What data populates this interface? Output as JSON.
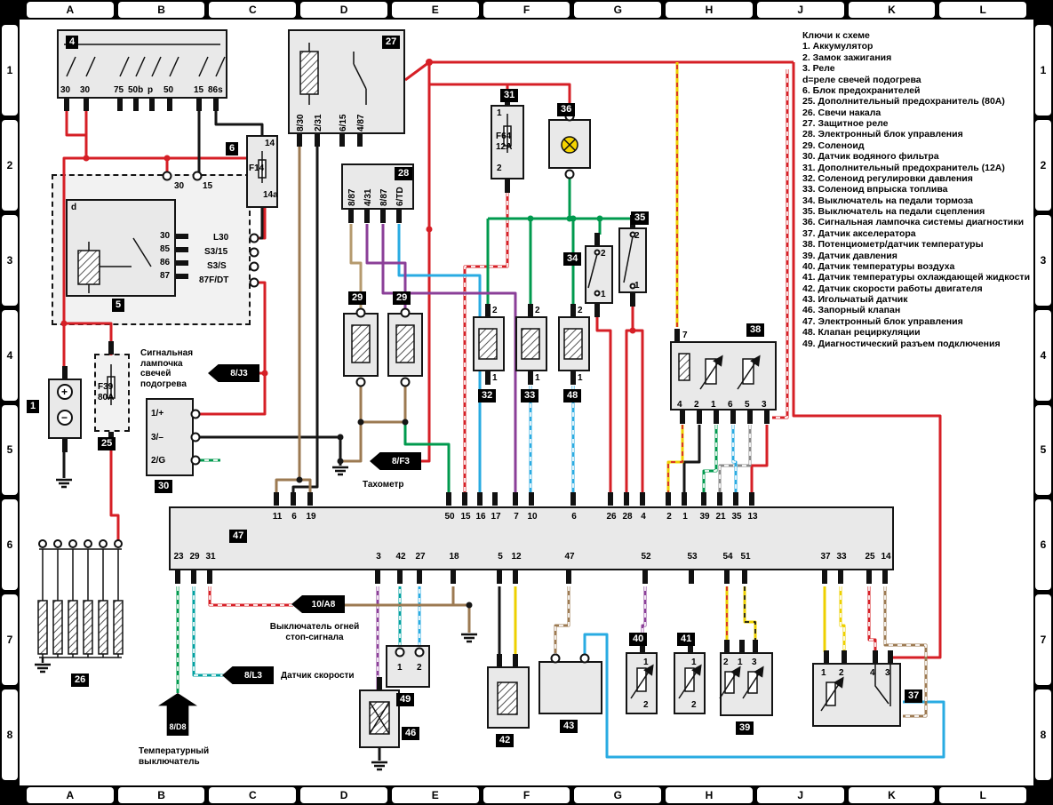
{
  "palette": {
    "wire_red": "#d61f26",
    "wire_green": "#009a4e",
    "wire_cyan": "#29abe2",
    "wire_brown": "#9c7a52",
    "wire_purple": "#8b3f98",
    "wire_yellow": "#eed000",
    "wire_teal": "#00a0a0",
    "box_fill": "#e9e9e9",
    "frame": "#000000",
    "lamp_yellow": "#f5d400"
  },
  "grid": {
    "columns": [
      "A",
      "B",
      "C",
      "D",
      "E",
      "F",
      "G",
      "H",
      "J",
      "K",
      "L"
    ],
    "rows": [
      "1",
      "2",
      "3",
      "4",
      "5",
      "6",
      "7",
      "8"
    ]
  },
  "legend": {
    "title": "Ключи к схеме",
    "items": [
      "1. Аккумулятор",
      "2. Замок зажигания",
      "3. Реле",
      "d=реле свечей подогрева",
      "6. Блок предохранителей",
      "25. Дополнительный предохранитель (80А)",
      "26. Свечи накала",
      "27. Защитное реле",
      "28. Электронный блок управления",
      "29. Соленоид",
      "30. Датчик водяного фильтра",
      "31. Дополнительный предохранитель (12А)",
      "32. Соленоид регулировки давления",
      "33. Соленоид впрыска топлива",
      "34. Выключатель на педали тормоза",
      "35. Выключатель на педали сцепления",
      "36. Сигнальная лампочка системы диагностики",
      "37. Датчик акселератора",
      "38. Потенциометр/датчик температуры",
      "39. Датчик давления",
      "40. Датчик температуры воздуха",
      "41. Датчик температуры охлаждающей жидкости",
      "42. Датчик скорости работы двигателя",
      "43. Игольчатый датчик",
      "46. Запорный клапан",
      "47. Электронный блок управления",
      "48. Клапан рециркуляции",
      "49. Диагностический разъем подключения"
    ]
  },
  "components": {
    "c1": {
      "id": "1",
      "plus": "+",
      "minus": "−"
    },
    "c4": {
      "id": "4",
      "terminals": [
        "30",
        "30",
        "75",
        "50b",
        "p",
        "50",
        "15",
        "86s"
      ]
    },
    "c5": {
      "id": "5",
      "relay": "d",
      "coil_pins": [
        "30",
        "85",
        "86",
        "87"
      ],
      "outputs": [
        "L30",
        "S3/15",
        "S3/S",
        "87F/DT"
      ],
      "feed_top": [
        "30",
        "15"
      ]
    },
    "c6": {
      "id": "6",
      "pin_top": "14",
      "fuse": "F14",
      "pin_bottom": "14a"
    },
    "c25": {
      "id": "25",
      "fuse": "F39",
      "rating": "80A"
    },
    "c26": {
      "id": "26"
    },
    "c27": {
      "id": "27",
      "terminals": [
        "8/30",
        "2/31",
        "6/15",
        "4/87"
      ]
    },
    "c28": {
      "id": "28",
      "terminals": [
        "8/87",
        "4/31",
        "8/87",
        "6/TD"
      ]
    },
    "c29a": {
      "id": "29"
    },
    "c29b": {
      "id": "29"
    },
    "c30": {
      "id": "30",
      "pins": [
        "1/+",
        "3/–",
        "2/G"
      ]
    },
    "c31": {
      "id": "31",
      "pin_top": "1",
      "fuse": "F64",
      "rating": "12A",
      "pin_bottom": "2"
    },
    "c32": {
      "id": "32",
      "pin_top": "2",
      "pin_bottom": "1"
    },
    "c33": {
      "id": "33",
      "pin_top": "2",
      "pin_bottom": "1"
    },
    "c34": {
      "id": "34",
      "pin_top": "2",
      "pin_bottom": "1"
    },
    "c35": {
      "id": "35",
      "pin_top": "2",
      "pin_bottom": "1"
    },
    "c36": {
      "id": "36"
    },
    "c37": {
      "id": "37",
      "pins": [
        "1",
        "2",
        "4",
        "3"
      ]
    },
    "c38": {
      "id": "38",
      "pin_top": "7",
      "pins_bottom": [
        "4",
        "2",
        "1",
        "6",
        "5",
        "3"
      ]
    },
    "c39": {
      "id": "39",
      "pins": [
        "2",
        "1",
        "3"
      ]
    },
    "c40": {
      "id": "40",
      "pin_top": "1",
      "pin_bottom": "2"
    },
    "c41": {
      "id": "41",
      "pin_top": "1",
      "pin_bottom": "2"
    },
    "c42": {
      "id": "42"
    },
    "c43": {
      "id": "43"
    },
    "c46": {
      "id": "46"
    },
    "c48": {
      "id": "48",
      "pin_top": "2",
      "pin_bottom": "1"
    },
    "c49": {
      "id": "49",
      "pins": [
        "1",
        "2"
      ]
    }
  },
  "ecu": {
    "id": "47",
    "pins_top": [
      "11",
      "6",
      "19",
      "50",
      "15",
      "16",
      "17",
      "7",
      "10",
      "6",
      "26",
      "28",
      "4",
      "2",
      "1",
      "39",
      "21",
      "35",
      "13"
    ],
    "pins_bottom": [
      "23",
      "29",
      "31",
      "3",
      "42",
      "27",
      "18",
      "5",
      "12",
      "47",
      "52",
      "53",
      "54",
      "51",
      "37",
      "33",
      "25",
      "14"
    ]
  },
  "annotations": {
    "glow_lamp_note": "Сигнальная лампочка свечей подогрева",
    "tachometer": "Тахометр",
    "brake_light_switch": "Выключатель огней стоп-сигнала",
    "speed_sensor": "Датчик скорости",
    "temperature_switch": "Температурный выключатель",
    "arrows": {
      "j3": "8/J3",
      "f3": "8/F3",
      "a8": "10/A8",
      "l3": "8/L3",
      "d8": "8/D8"
    }
  }
}
